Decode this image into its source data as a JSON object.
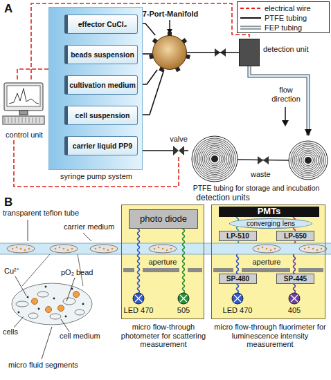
{
  "diagram": {
    "nodes": [
      {
        "text": [
          "control unit"
        ]
      },
      {
        "text": [
          "syringe pump system"
        ]
      },
      {
        "text": [
          "effector CuCl₂"
        ],
        "in": 1
      },
      {
        "text": [
          "beads suspension"
        ],
        "in": 1
      },
      {
        "text": [
          "cultivation medium"
        ],
        "in": 1
      },
      {
        "text": [
          "cell suspension"
        ],
        "in": 1
      },
      {
        "text": [
          "carrier liquid PP9"
        ],
        "in": 1
      },
      {
        "text": [
          "7-Port-Manifold"
        ]
      },
      {
        "text": [
          "detection unit"
        ]
      },
      {
        "text": [
          "valve"
        ]
      },
      {
        "text": [
          "PTFE tubing for storage and incubation"
        ]
      },
      {
        "text": [
          "micro flow-through photometer for scattering measurement"
        ]
      },
      {
        "text": [
          "photo diode"
        ],
        "in": 11
      },
      {
        "text": [
          "micro flow-through fluorimeter for luminescence intensity measurement"
        ]
      },
      {
        "text": [
          "PMTs"
        ],
        "in": 13
      },
      {
        "text": [
          "converging lens"
        ],
        "in": 13
      },
      {
        "text": [
          "LP-510"
        ],
        "in": 13
      },
      {
        "text": [
          "LP-650"
        ],
        "in": 13
      },
      {
        "text": [
          "SP-480"
        ],
        "in": 13
      },
      {
        "text": [
          "SP-445"
        ],
        "in": 13
      }
    ],
    "edges": [
      {
        "from": 2,
        "to": 7,
        "arrow": "none"
      },
      {
        "from": 3,
        "to": 7,
        "arrow": "none"
      },
      {
        "from": 4,
        "to": 7,
        "arrow": "none"
      },
      {
        "from": 5,
        "to": 7,
        "arrow": "none"
      },
      {
        "from": 6,
        "to": 9,
        "arrow": "none"
      },
      {
        "from": 7,
        "to": 8,
        "arrow": "none"
      },
      {
        "from": 8,
        "to": 10,
        "arrow": "to"
      },
      {
        "from": 9,
        "to": 10,
        "arrow": "none"
      },
      {
        "from": 0,
        "to": 1,
        "arrow": "none"
      },
      {
        "from": 0,
        "to": 8,
        "arrow": "none"
      },
      {
        "from": 0,
        "to": 9,
        "arrow": "none"
      }
    ],
    "labels": [
      "A",
      "flow direction",
      "waste",
      "B",
      "detection units",
      "transparent teflon tube",
      "carrier medium",
      "Cu²⁺",
      "pO₂ bead",
      "cells",
      "cell medium",
      "micro fluid segments",
      "aperture",
      "LED 470",
      "505",
      "aperture",
      "LED 470",
      "405"
    ],
    "legend": [
      {
        "text": "electrical wire"
      },
      {
        "text": "PTFE tubing"
      },
      {
        "text": "FEP tubing"
      }
    ]
  }
}
